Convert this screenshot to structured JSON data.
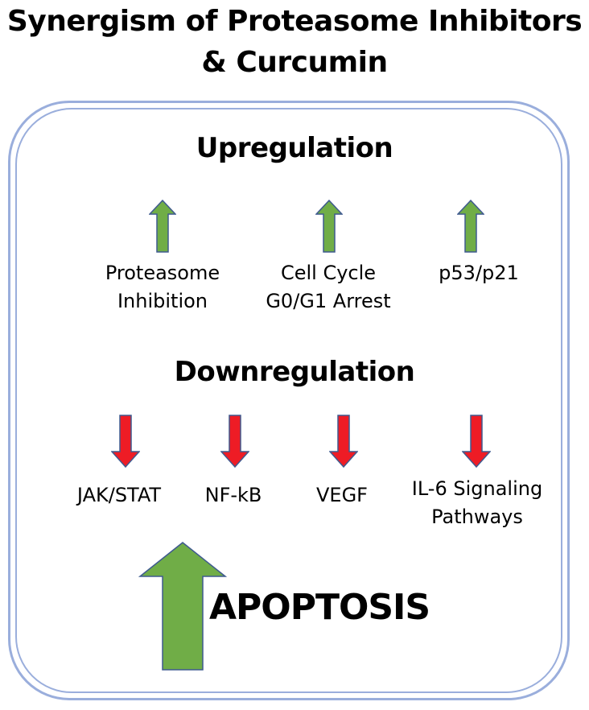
{
  "title": {
    "line1": "Synergism of Proteasome Inhibitors",
    "line2": "& Curcumin"
  },
  "upregulation": {
    "heading": "Upregulation",
    "items": [
      {
        "line1": "Proteasome",
        "line2": "Inhibition"
      },
      {
        "line1": "Cell Cycle",
        "line2": "G0/G1 Arrest"
      },
      {
        "line1": "p53/p21",
        "line2": ""
      }
    ]
  },
  "downregulation": {
    "heading": "Downregulation",
    "items": [
      {
        "line1": "JAK/STAT",
        "line2": ""
      },
      {
        "line1": "NF-kB",
        "line2": ""
      },
      {
        "line1": "VEGF",
        "line2": ""
      },
      {
        "line1": "IL-6 Signaling",
        "line2": "Pathways"
      }
    ]
  },
  "outcome": {
    "label": "APOPTOSIS"
  },
  "colors": {
    "up_arrow_fill": "#70ad47",
    "down_arrow_fill": "#ee1c25",
    "arrow_stroke": "#3f5a8f",
    "frame_border": "#9aaedc"
  }
}
